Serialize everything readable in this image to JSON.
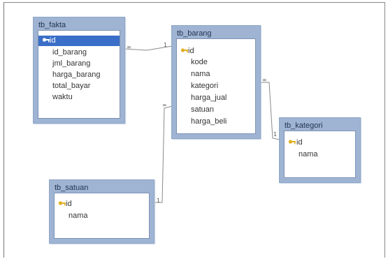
{
  "tables": {
    "fakta": {
      "title": "tb_fakta",
      "fields": [
        "id",
        "id_barang",
        "jml_barang",
        "harga_barang",
        "total_bayar",
        "waktu"
      ]
    },
    "barang": {
      "title": "tb_barang",
      "fields": [
        "id",
        "kode",
        "nama",
        "kategori",
        "harga_jual",
        "satuan",
        "harga_beli"
      ]
    },
    "kategori": {
      "title": "tb_kategori",
      "fields": [
        "id",
        "nama"
      ]
    },
    "satuan": {
      "title": "tb_satuan",
      "fields": [
        "id",
        "nama"
      ]
    }
  },
  "relations": {
    "many": "∞",
    "one": "1"
  },
  "colors": {
    "table_header": "#9fb4d3",
    "selected_row": "#3a6ec8",
    "key_icon": "#e0b020",
    "line": "#8a8a8a"
  }
}
